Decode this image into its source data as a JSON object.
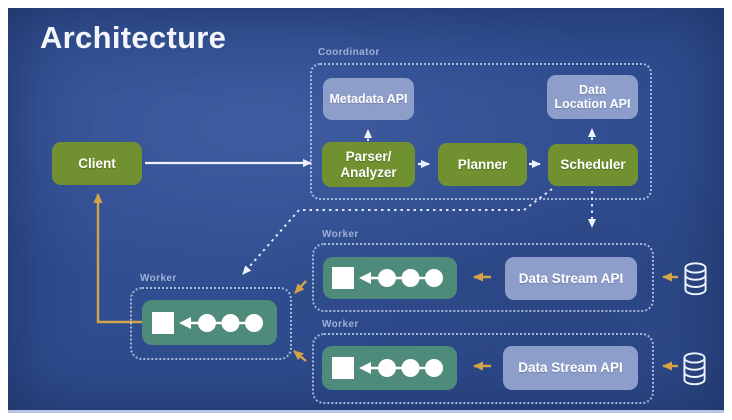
{
  "title": "Architecture",
  "colors": {
    "background_blue": "#2f4d8f",
    "frame_white": "#ffffff",
    "green_node": "#71902f",
    "periwinkle_node": "#8d9ecb",
    "teal_pipeline_box": "#4f8b7a",
    "orange_arrow": "#d5a347",
    "white_arrow": "#eef2fb",
    "group_border_dotted": "#d6e2f8",
    "group_label_text": "#9db0d8"
  },
  "groups": {
    "coordinator": {
      "label": "Coordinator"
    },
    "worker_left": {
      "label": "Worker"
    },
    "worker_middle": {
      "label": "Worker"
    },
    "worker_bottom": {
      "label": "Worker"
    }
  },
  "nodes": {
    "client": {
      "label": "Client"
    },
    "parser_analyzer": {
      "label": "Parser/\nAnalyzer"
    },
    "planner": {
      "label": "Planner"
    },
    "scheduler": {
      "label": "Scheduler"
    },
    "metadata_api": {
      "label": "Metadata API"
    },
    "data_location_api": {
      "label": "Data\nLocation API"
    },
    "data_stream_api_middle": {
      "label": "Data Stream API"
    },
    "data_stream_api_bottom": {
      "label": "Data Stream API"
    }
  },
  "icons": {
    "database": "database-cylinder-icon",
    "pipeline": "square-with-three-circles-arrow-left-icon"
  },
  "edges": [
    {
      "from": "client",
      "to": "parser_analyzer",
      "style": "solid-white"
    },
    {
      "from": "parser_analyzer",
      "to": "planner",
      "style": "solid-white"
    },
    {
      "from": "planner",
      "to": "scheduler",
      "style": "solid-white"
    },
    {
      "from": "parser_analyzer",
      "to": "metadata_api",
      "style": "dashed-white"
    },
    {
      "from": "scheduler",
      "to": "data_location_api",
      "style": "dashed-white"
    },
    {
      "from": "scheduler",
      "to": "worker_middle",
      "style": "dashed-white"
    },
    {
      "from": "scheduler",
      "to": "worker_left",
      "style": "dashed-white"
    },
    {
      "from": "database_middle",
      "to": "worker_middle",
      "style": "orange"
    },
    {
      "from": "data_stream_api_middle",
      "to": "pipeline_middle",
      "style": "orange"
    },
    {
      "from": "database_bottom",
      "to": "worker_bottom",
      "style": "orange"
    },
    {
      "from": "data_stream_api_bottom",
      "to": "pipeline_bottom",
      "style": "orange"
    },
    {
      "from": "worker_middle",
      "to": "worker_left",
      "style": "orange"
    },
    {
      "from": "worker_bottom",
      "to": "worker_left",
      "style": "orange"
    },
    {
      "from": "worker_left",
      "to": "client",
      "style": "orange"
    }
  ]
}
